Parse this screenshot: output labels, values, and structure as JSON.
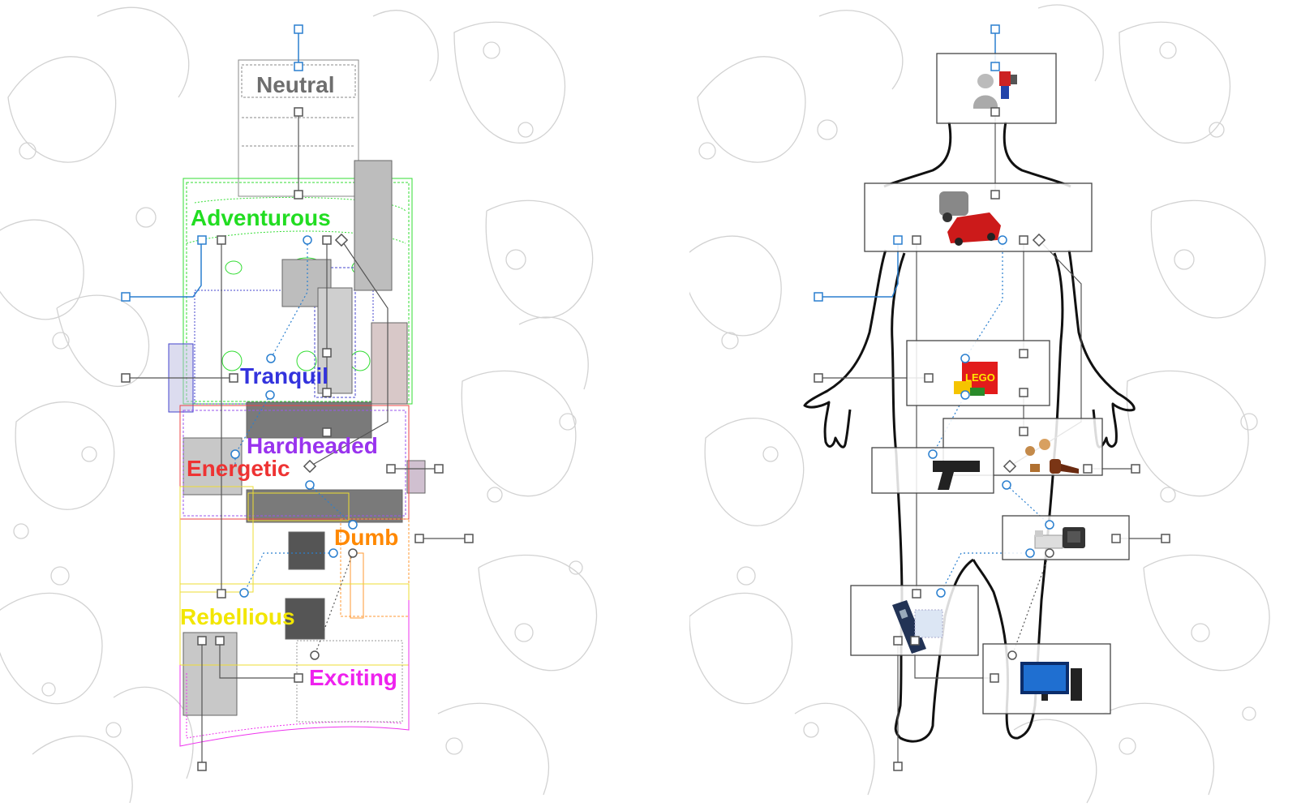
{
  "left_diagram": {
    "labels": [
      {
        "id": "neutral",
        "text": "Neutral",
        "color": "#6e6e6e"
      },
      {
        "id": "adventurous",
        "text": "Adventurous",
        "color": "#22dd22"
      },
      {
        "id": "tranquil",
        "text": "Tranquil",
        "color": "#3333dd"
      },
      {
        "id": "hardheaded",
        "text": "Hardheaded",
        "color": "#9933ee"
      },
      {
        "id": "energetic",
        "text": "Energetic",
        "color": "#ee3333"
      },
      {
        "id": "dumb",
        "text": "Dumb",
        "color": "#ff8800"
      },
      {
        "id": "rebellious",
        "text": "Rebellious",
        "color": "#f2e600"
      },
      {
        "id": "exciting",
        "text": "Exciting",
        "color": "#ee22ee"
      }
    ]
  },
  "right_diagram": {
    "figure": "human-body-outline",
    "object_boxes": [
      {
        "id": "head",
        "icons": [
          "buddha-statue-icon",
          "robot-toy-icon"
        ]
      },
      {
        "id": "chest",
        "icons": [
          "vintage-car-icon",
          "red-sports-car-icon"
        ]
      },
      {
        "id": "abdomen",
        "icons": [
          "lego-logo-icon"
        ]
      },
      {
        "id": "right-hip",
        "icons": [
          "food-items-icon",
          "smoking-pipe-icon"
        ]
      },
      {
        "id": "left-hip",
        "icons": [
          "pistol-icon"
        ]
      },
      {
        "id": "right-thigh",
        "icons": [
          "bed-icon",
          "crt-tv-icon"
        ]
      },
      {
        "id": "left-knee",
        "icons": [
          "mobile-phone-icon",
          "pattern-icon"
        ]
      },
      {
        "id": "right-shin",
        "icons": [
          "desktop-computer-icon"
        ]
      }
    ]
  },
  "colors": {
    "connector_gray": "#555555",
    "connector_blue": "#2a7fcf",
    "background_swirl": "#cfcfcf"
  }
}
